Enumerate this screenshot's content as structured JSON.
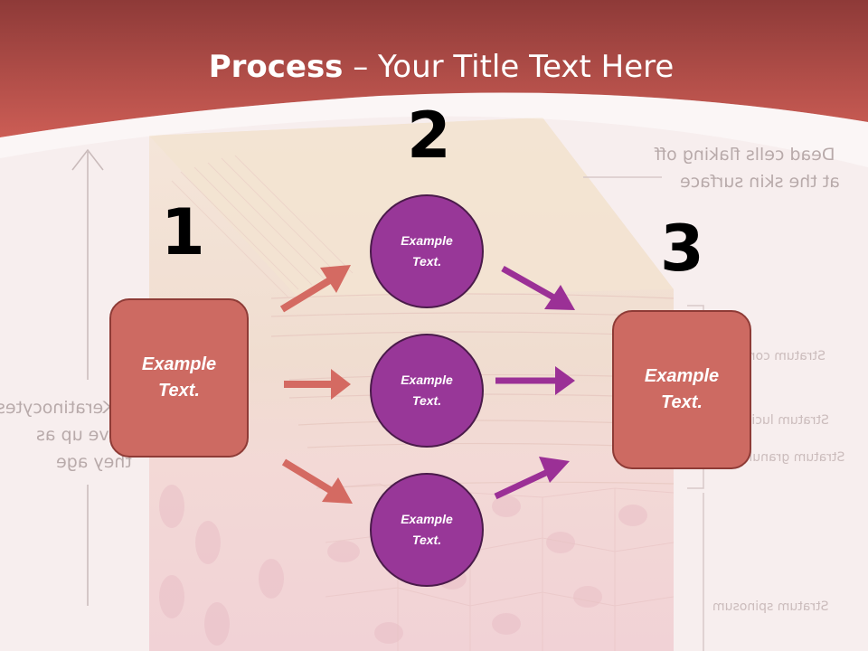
{
  "title": {
    "bold": "Process",
    "rest": " – Your Title Text Here"
  },
  "steps": [
    {
      "number": "1",
      "text_line1": "Example",
      "text_line2": "Text."
    },
    {
      "number": "2"
    },
    {
      "number": "3",
      "text_line1": "Example",
      "text_line2": "Text."
    }
  ],
  "circles": [
    {
      "line1": "Example",
      "line2": "Text."
    },
    {
      "line1": "Example",
      "line2": "Text."
    },
    {
      "line1": "Example",
      "line2": "Text."
    }
  ],
  "background_labels": {
    "dead_cells_1": "Dead cells flaking off",
    "dead_cells_2": "at the skin surface",
    "keratinocytes_1": "Keratinocytes",
    "keratinocytes_2": "move up as",
    "keratinocytes_3": "they age",
    "stratum_corneum": "Stratum corneum",
    "stratum_lucidum": "Stratum lucidum",
    "stratum_granulosum": "Stratum granulosum",
    "stratum_spinosum": "Stratum spinosum"
  },
  "colors": {
    "header": "#c4564f",
    "box_fill": "#cd6a62",
    "circle_fill": "#983798",
    "arrow_red": "#d46a62",
    "arrow_purple": "#9b3096"
  }
}
